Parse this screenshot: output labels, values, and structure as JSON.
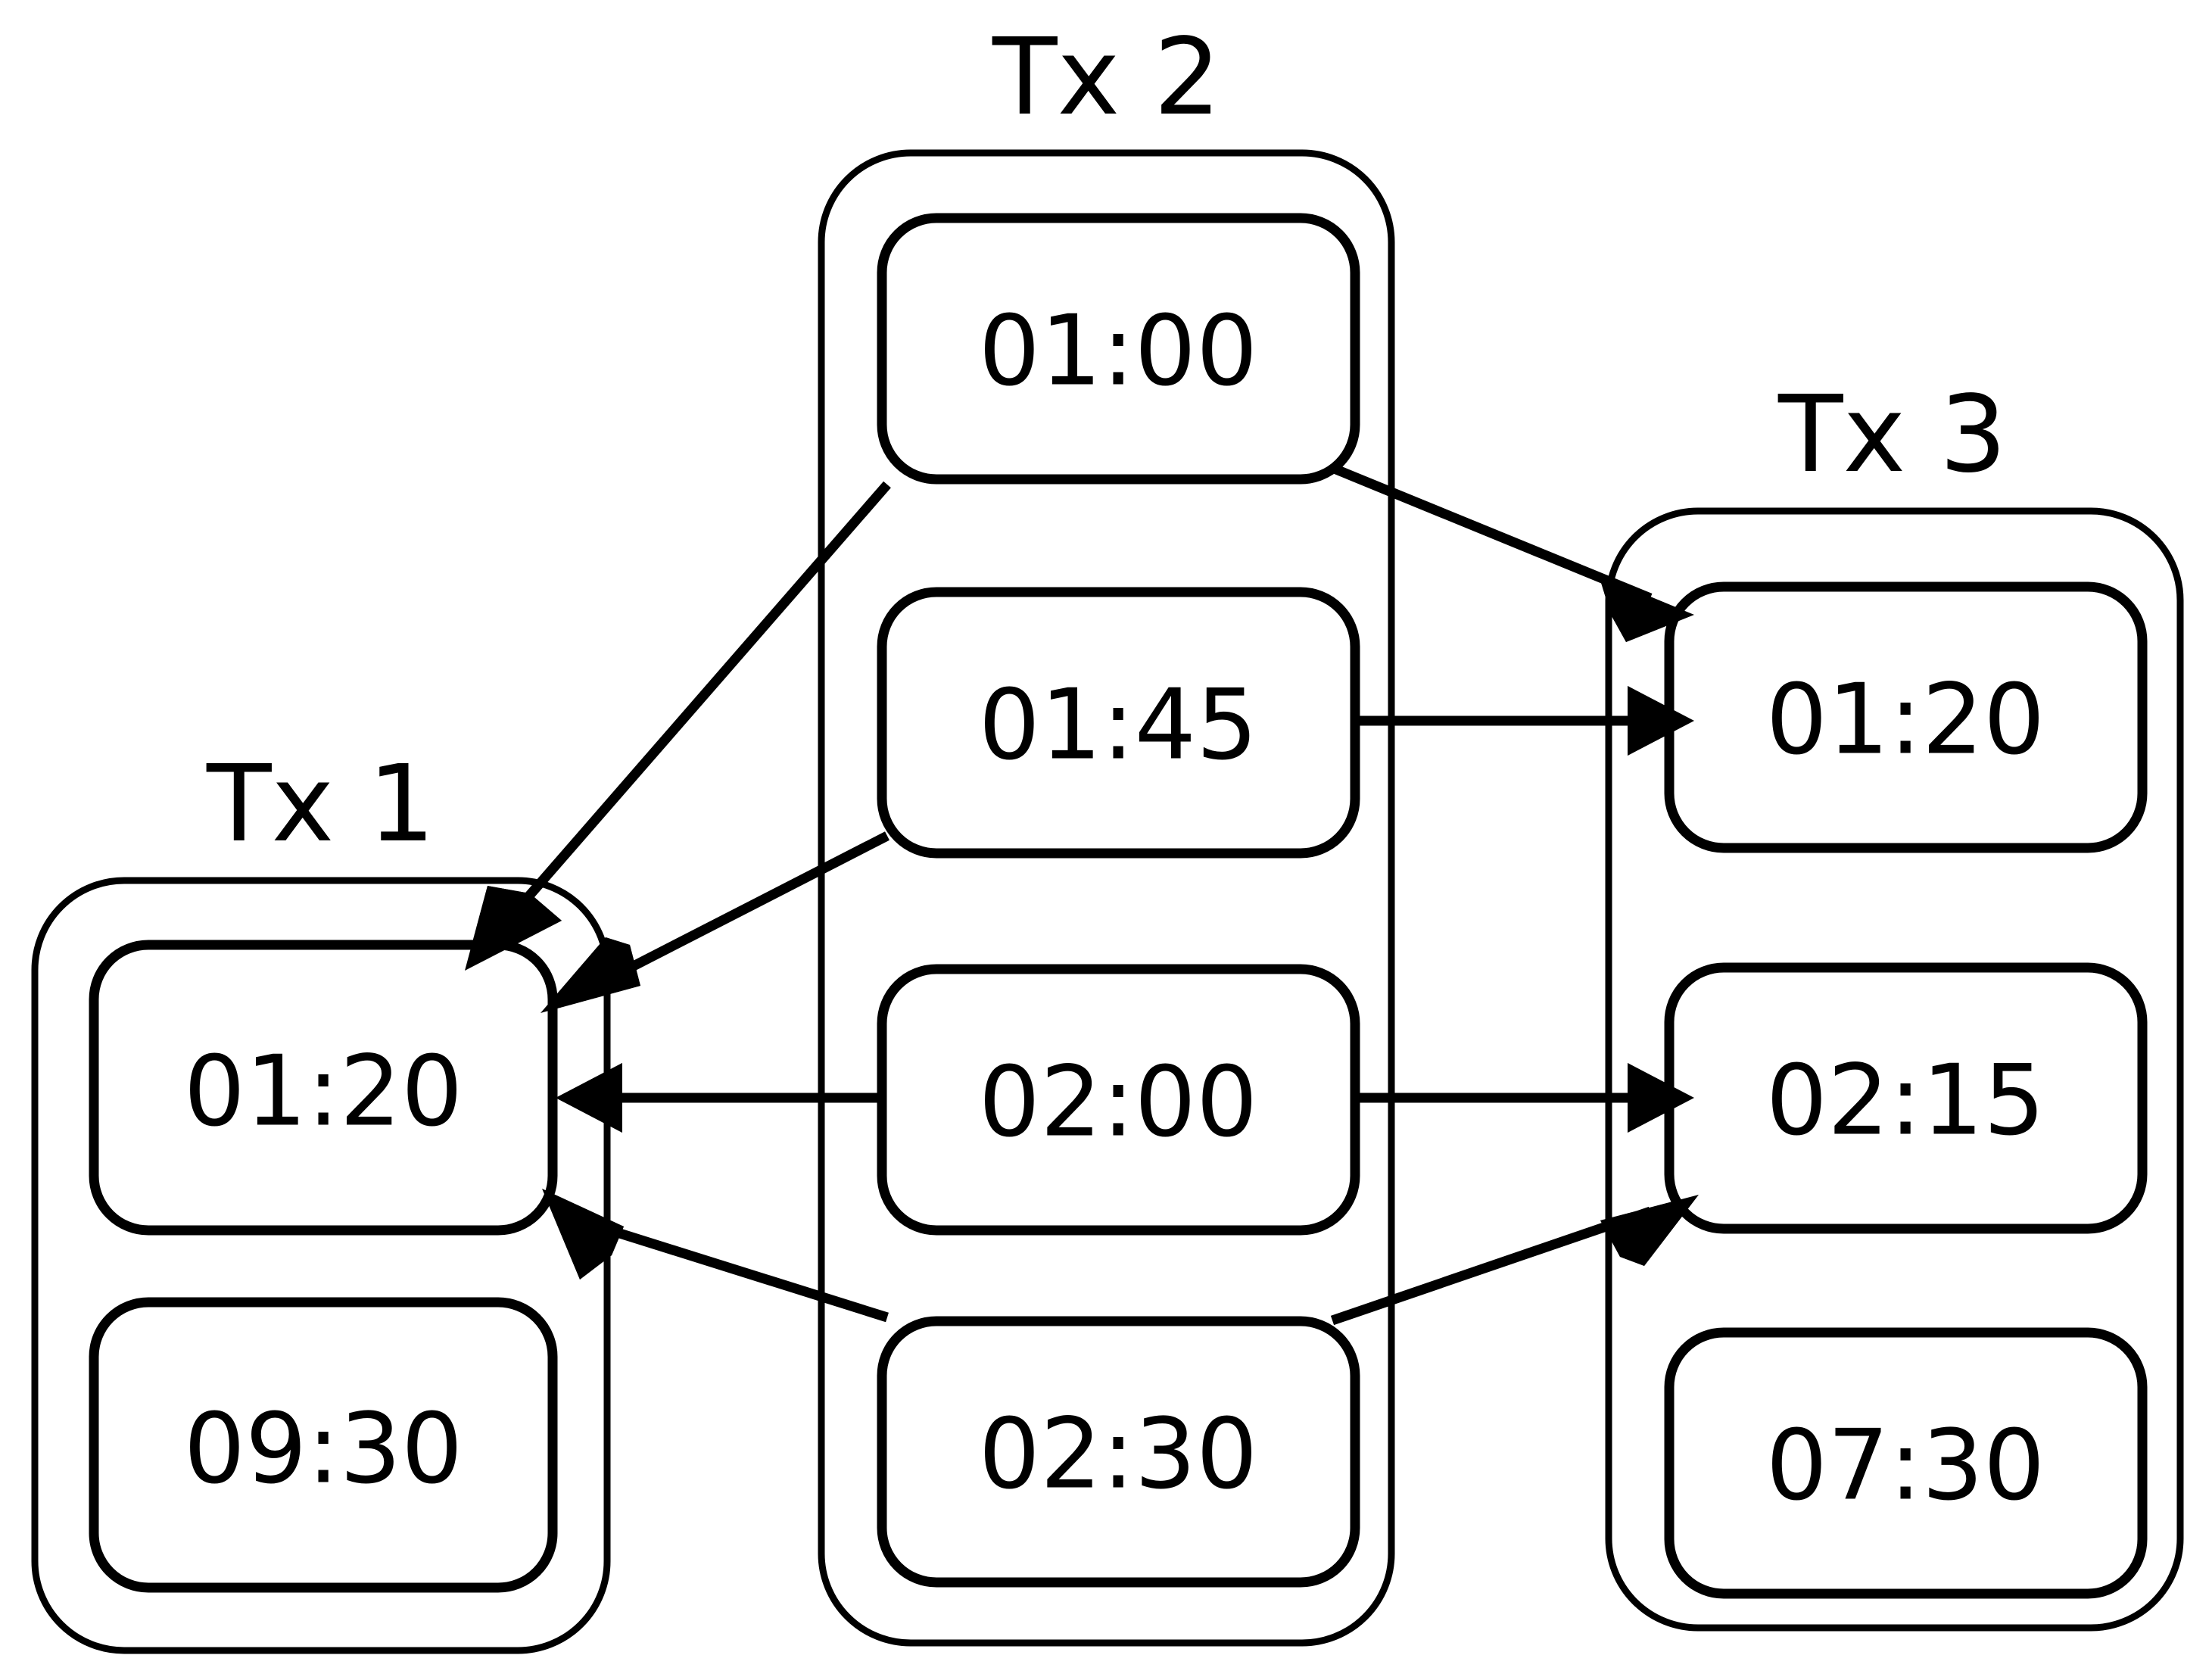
{
  "diagram": {
    "title_hidden": "",
    "background_color": "#ffffff",
    "line_color": "#000000",
    "groups": [
      {
        "id": "tx1",
        "label": "Tx 1",
        "slots": [
          {
            "id": "tx1-s1",
            "label": "01:20"
          },
          {
            "id": "tx1-s2",
            "label": "09:30"
          }
        ]
      },
      {
        "id": "tx2",
        "label": "Tx 2",
        "slots": [
          {
            "id": "tx2-s1",
            "label": "01:00"
          },
          {
            "id": "tx2-s2",
            "label": "01:45"
          },
          {
            "id": "tx2-s3",
            "label": "02:00"
          },
          {
            "id": "tx2-s4",
            "label": "02:30"
          }
        ]
      },
      {
        "id": "tx3",
        "label": "Tx 3",
        "slots": [
          {
            "id": "tx3-s1",
            "label": "01:20"
          },
          {
            "id": "tx3-s2",
            "label": "02:15"
          },
          {
            "id": "tx3-s3",
            "label": "07:30"
          }
        ]
      }
    ],
    "edges": [
      {
        "id": "e1",
        "from": "tx2-s1",
        "to": "tx1-s1",
        "direction": "left"
      },
      {
        "id": "e2",
        "from": "tx2-s1",
        "to": "tx3-s1",
        "direction": "right"
      },
      {
        "id": "e3",
        "from": "tx2-s2",
        "to": "tx1-s1",
        "direction": "left"
      },
      {
        "id": "e4",
        "from": "tx2-s2",
        "to": "tx3-s1",
        "direction": "right"
      },
      {
        "id": "e5",
        "from": "tx2-s3",
        "to": "tx1-s1",
        "direction": "left"
      },
      {
        "id": "e6",
        "from": "tx2-s3",
        "to": "tx3-s2",
        "direction": "right"
      },
      {
        "id": "e7",
        "from": "tx2-s4",
        "to": "tx1-s1",
        "direction": "left"
      },
      {
        "id": "e8",
        "from": "tx2-s4",
        "to": "tx3-s2",
        "direction": "right"
      }
    ]
  }
}
